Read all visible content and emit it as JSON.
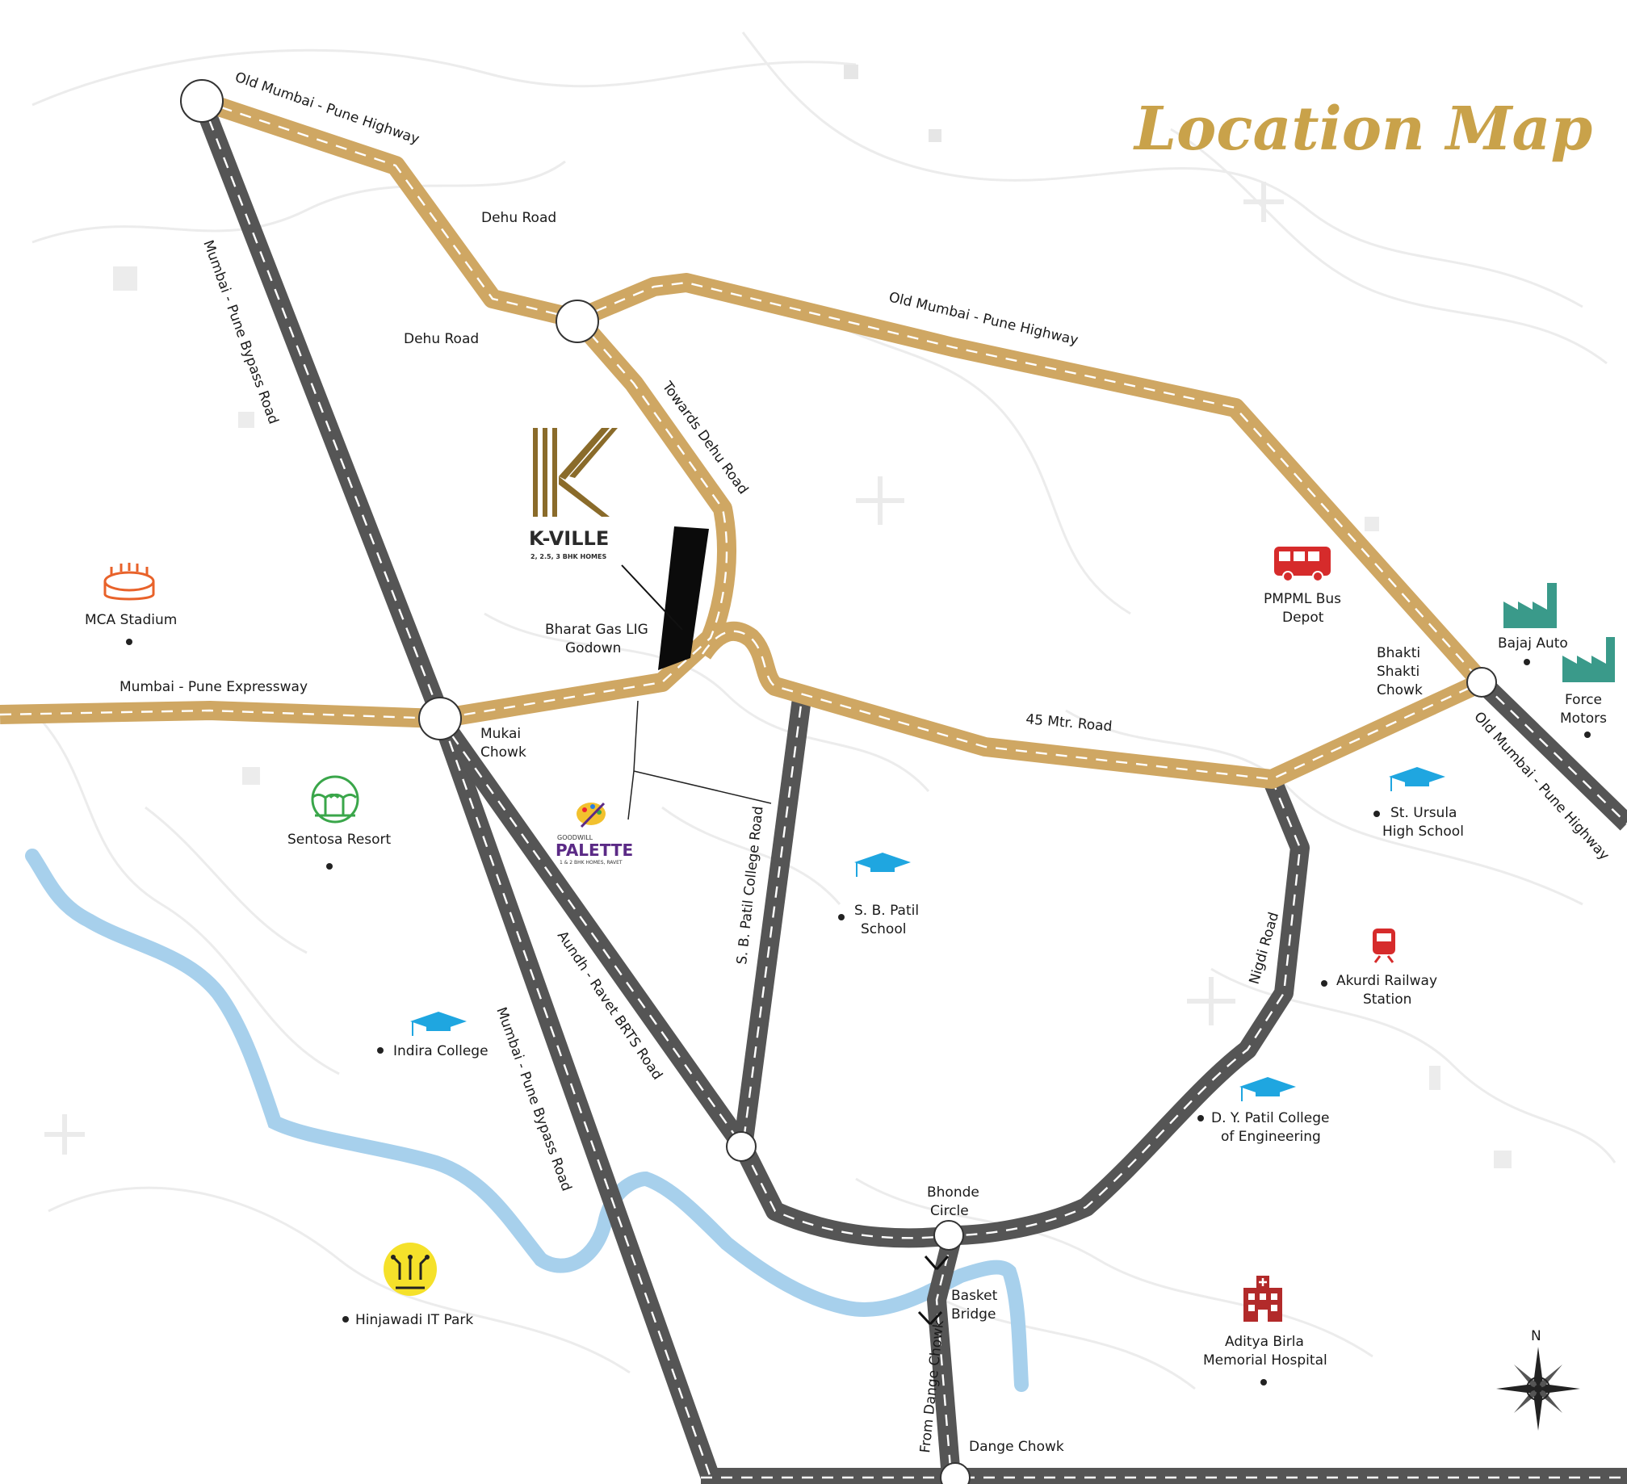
{
  "title": "Location Map",
  "roads": {
    "old_mumbai_pune_hwy_1": "Old Mumbai - Pune Highway",
    "old_mumbai_pune_hwy_2": "Old Mumbai - Pune Highway",
    "old_mumbai_pune_hwy_3": "Old Mumbai - Pune Highway",
    "dehu_road_1": "Dehu Road",
    "dehu_road_2": "Dehu Road",
    "towards_dehu_road": "Towards Dehu Road",
    "mumbai_pune_bypass_1": "Mumbai - Pune Bypass Road",
    "mumbai_pune_bypass_2": "Mumbai - Pune Bypass Road",
    "mumbai_pune_expressway": "Mumbai - Pune Expressway",
    "forty_five_mtr_road": "45 Mtr. Road",
    "sb_patil_college_road": "S. B. Patil College Road",
    "aundh_ravet_brts_road": "Aundh - Ravet BRTS Road",
    "nigdi_road": "Nigdi Road",
    "from_dange_chowk": "From Dange Chowk"
  },
  "junctions": {
    "mukai_chowk_1": "Mukai",
    "mukai_chowk_2": "Chowk",
    "bhakti_shakti_1": "Bhakti",
    "bhakti_shakti_2": "Shakti",
    "bhakti_shakti_3": "Chowk",
    "bhonde_circle_1": "Bhonde",
    "bhonde_circle_2": "Circle",
    "basket_bridge_1": "Basket",
    "basket_bridge_2": "Bridge",
    "dange_chowk": "Dange Chowk"
  },
  "places": {
    "mca_stadium": "MCA Stadium",
    "bharat_gas_1": "Bharat Gas LIG",
    "bharat_gas_2": "Godown",
    "pmpml_1": "PMPML Bus",
    "pmpml_2": "Depot",
    "bajaj_auto": "Bajaj Auto",
    "force_motors_1": "Force",
    "force_motors_2": "Motors",
    "st_ursula_1": "St. Ursula",
    "st_ursula_2": "High School",
    "sentosa_resort": "Sentosa Resort",
    "sb_patil_school_1": "S. B. Patil",
    "sb_patil_school_2": "School",
    "akurdi_1": "Akurdi Railway",
    "akurdi_2": "Station",
    "indira_college": "Indira College",
    "dy_patil_1": "D. Y. Patil College",
    "dy_patil_2": "of Engineering",
    "hinjawadi": "Hinjawadi IT Park",
    "aditya_birla_1": "Aditya Birla",
    "aditya_birla_2": "Memorial Hospital"
  },
  "kville": {
    "name": "K-VILLE",
    "tagline": "2, 2.5, 3 BHK HOMES"
  },
  "palette": {
    "brand": "GOODWILL",
    "name": "PALETTE",
    "tagline": "1 & 2 BHK HOMES, RAVET"
  },
  "compass": {
    "north": "N"
  },
  "colors": {
    "highway_gold": "#cfa763",
    "road_gray": "#555555",
    "river_blue": "#a7d0ec",
    "title_gold": "#c9a24a",
    "education_blue": "#1fa6e0",
    "industry_teal": "#3a9a8a",
    "transport_red": "#d62b2b",
    "stadium_orange": "#e8622a",
    "resort_green": "#3aa64a",
    "it_yellow": "#f5e12a",
    "palette_purple": "#5b2a86"
  },
  "icons": {
    "stadium": "stadium-icon",
    "bus": "bus-icon",
    "factory": "factory-icon",
    "school": "graduation-cap-icon",
    "train": "train-icon",
    "hospital": "hospital-icon",
    "resort": "palm-trees-icon",
    "it_park": "circuit-icon",
    "compass": "compass-rose-icon"
  }
}
